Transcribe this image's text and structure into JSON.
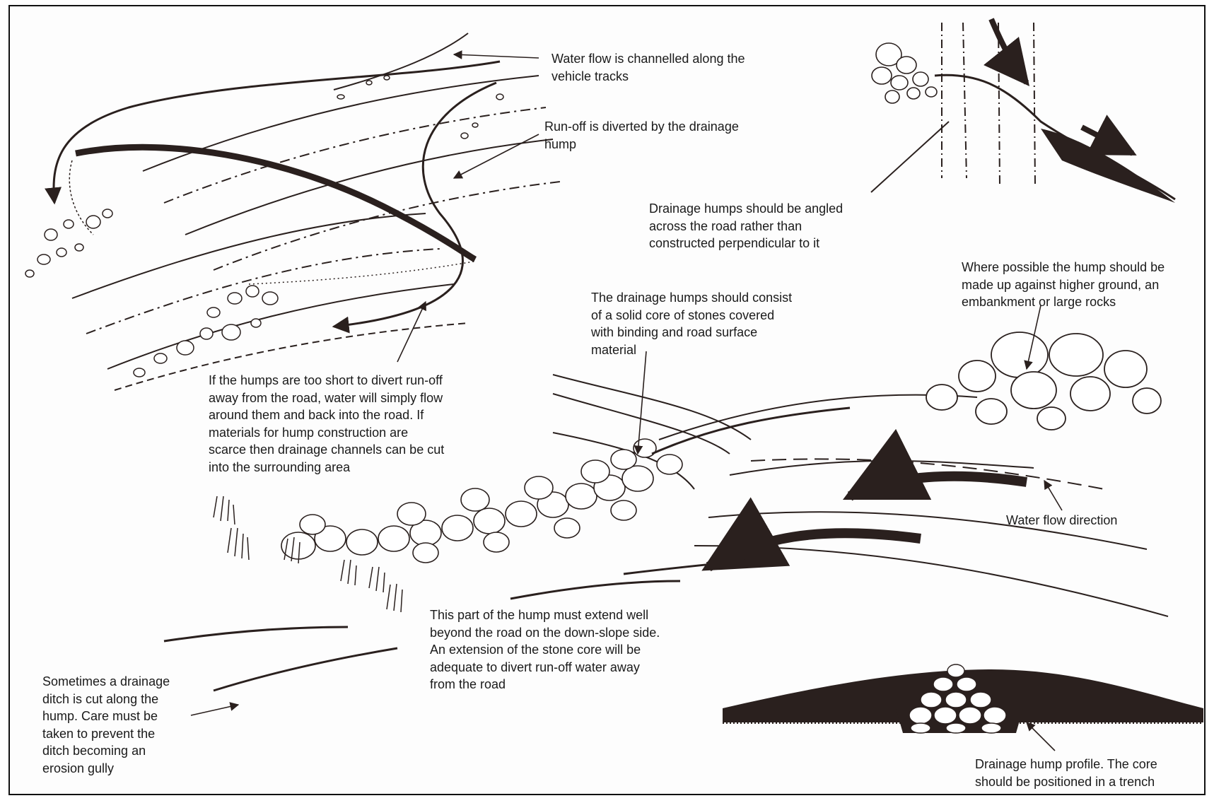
{
  "colors": {
    "ink": "#2a201e",
    "paper": "#fdfdfd",
    "stone_fill": "#ffffff"
  },
  "labels": {
    "vehicle_tracks": "Water flow is channelled along the\nvehicle tracks",
    "runoff_diverted": "Run-off is diverted by the drainage\nhump",
    "angled_humps": "Drainage humps should be angled\nacross the road rather than\nconstructed perpendicular to it",
    "higher_ground": "Where possible the hump should be\nmade up against higher ground, an\nembankment or large rocks",
    "solid_core": "The drainage humps should consist\nof a solid core of stones covered\nwith binding and road surface\nmaterial",
    "too_short": "If the humps are too short to divert run-off\naway from the road, water will simply flow\naround them and back into the road. If\nmaterials for hump construction are\nscarce then drainage channels can be cut\ninto the surrounding area",
    "water_flow_direction": "Water flow direction",
    "extend_beyond": "This part of the hump must extend well\nbeyond the road on the down-slope side.\nAn extension of the stone core will be\nadequate to divert run-off water away\nfrom the road",
    "drainage_ditch": "Sometimes a drainage\nditch is cut along the\nhump. Care must be\ntaken to prevent the\nditch becoming an\nerosion gully",
    "hump_profile": "Drainage hump profile. The core\nshould be positioned in a trench"
  }
}
